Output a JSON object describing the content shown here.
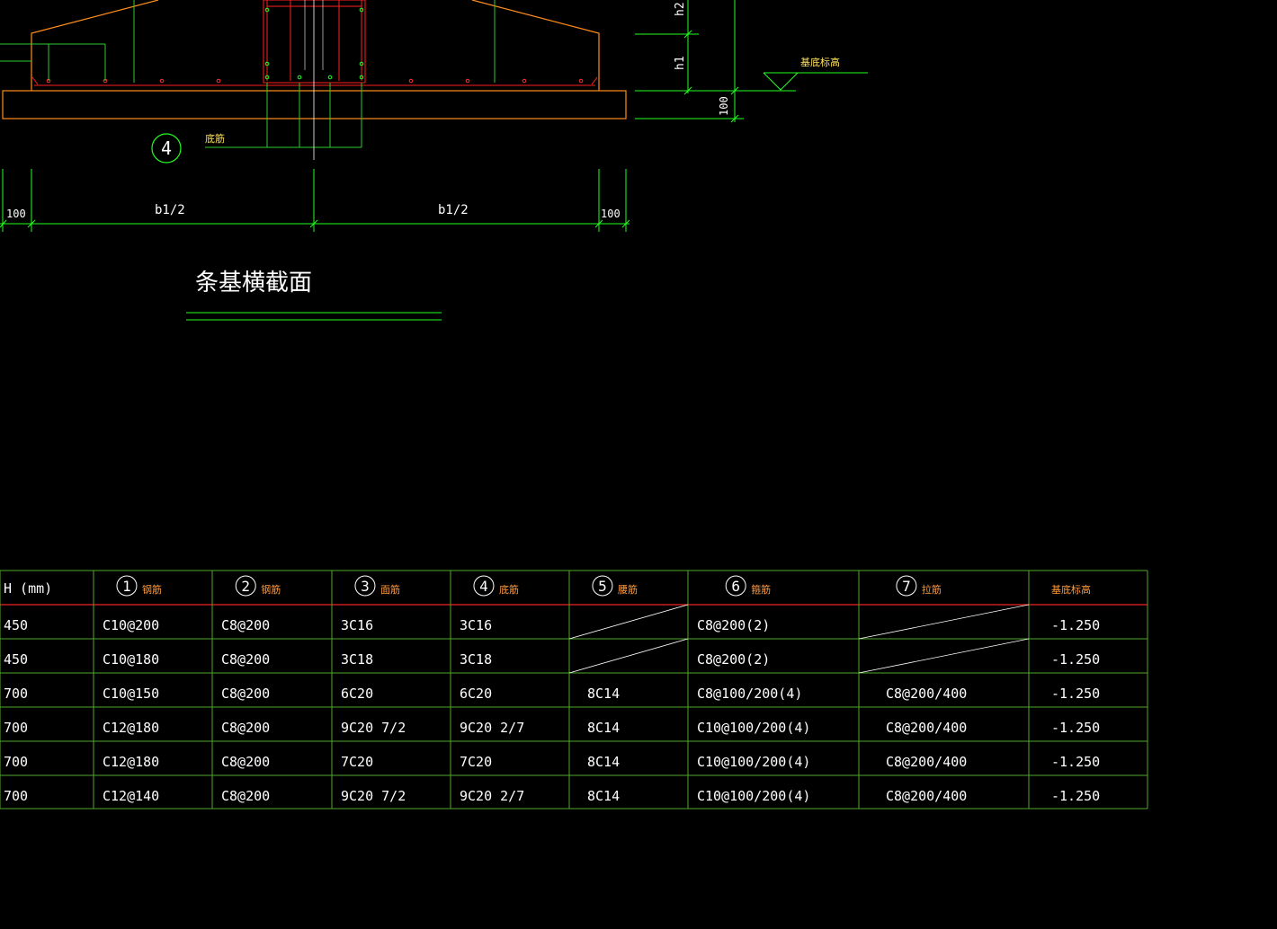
{
  "colors": {
    "background": "#000000",
    "concrete_outline": "#ff8c1a",
    "rebar": "#ff1f1f",
    "dimension": "#00ff00",
    "table_grid": "#4fa82a",
    "header_divider": "#c81e1e",
    "header_text": "#ff9a3c",
    "cell_text": "#ffffff"
  },
  "section": {
    "callout_number": "4",
    "callout_label": "底筋",
    "title": "条基横截面",
    "dim_labels": {
      "left_edge": "100",
      "left_half": "b1/2",
      "right_half": "b1/2",
      "right_edge": "100"
    }
  },
  "elevation_detail": {
    "h2_label": "h2",
    "h1_label": "h1",
    "base_label": "100",
    "elevation_label": "基底标高"
  },
  "table": {
    "headers": [
      {
        "text": "H (mm)",
        "number": "",
        "label": ""
      },
      {
        "text": "",
        "number": "1",
        "label": "钢筋"
      },
      {
        "text": "",
        "number": "2",
        "label": "钢筋"
      },
      {
        "text": "",
        "number": "3",
        "label": "面筋"
      },
      {
        "text": "",
        "number": "4",
        "label": "底筋"
      },
      {
        "text": "",
        "number": "5",
        "label": "腰筋"
      },
      {
        "text": "",
        "number": "6",
        "label": "箍筋"
      },
      {
        "text": "",
        "number": "7",
        "label": "拉筋"
      },
      {
        "text": "基底标高",
        "number": "",
        "label": ""
      }
    ],
    "rows": [
      [
        "450",
        "C10@200",
        "C8@200",
        "3C16",
        "3C16",
        "",
        "C8@200(2)",
        "",
        "-1.250"
      ],
      [
        "450",
        "C10@180",
        "C8@200",
        "3C18",
        "3C18",
        "",
        "C8@200(2)",
        "",
        "-1.250"
      ],
      [
        "700",
        "C10@150",
        "C8@200",
        "6C20",
        "6C20",
        "8C14",
        "C8@100/200(4)",
        "C8@200/400",
        "-1.250"
      ],
      [
        "700",
        "C12@180",
        "C8@200",
        "9C20 7/2",
        "9C20 2/7",
        "8C14",
        "C10@100/200(4)",
        "C8@200/400",
        "-1.250"
      ],
      [
        "700",
        "C12@180",
        "C8@200",
        "7C20",
        "7C20",
        "8C14",
        "C10@100/200(4)",
        "C8@200/400",
        "-1.250"
      ],
      [
        "700",
        "C12@140",
        "C8@200",
        "9C20 7/2",
        "9C20 2/7",
        "8C14",
        "C10@100/200(4)",
        "C8@200/400",
        "-1.250"
      ]
    ],
    "empty_cells": [
      [
        0,
        5
      ],
      [
        0,
        7
      ],
      [
        1,
        5
      ],
      [
        1,
        7
      ]
    ]
  }
}
